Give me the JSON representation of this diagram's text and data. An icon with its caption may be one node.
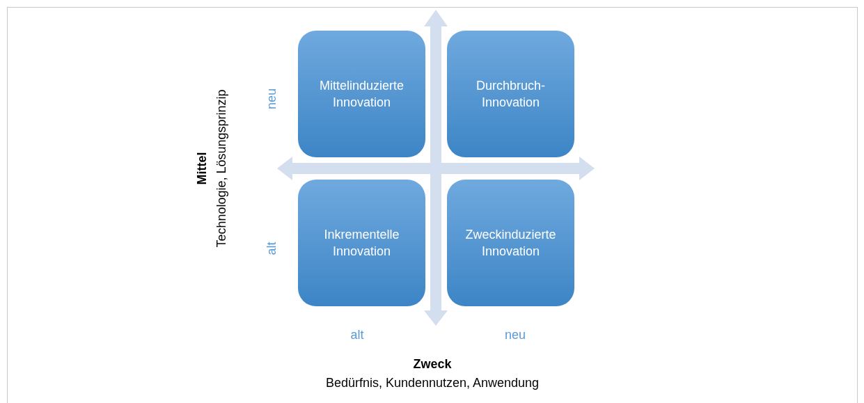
{
  "diagram": {
    "nodes": [
      {
        "text": [
          "Mittelinduzierte Innovation"
        ]
      },
      {
        "text": [
          "Durchbruch- Innovation"
        ]
      },
      {
        "text": [
          "Inkrementelle Innovation"
        ]
      },
      {
        "text": [
          "Zweckinduzierte Innovation"
        ]
      }
    ],
    "labels": [
      "Mittel",
      "Technologie, Lösungsprinzip",
      "neu",
      "alt",
      "alt",
      "neu",
      "Zweck",
      "Bedürfnis, Kundennutzen, Anwendung"
    ]
  }
}
